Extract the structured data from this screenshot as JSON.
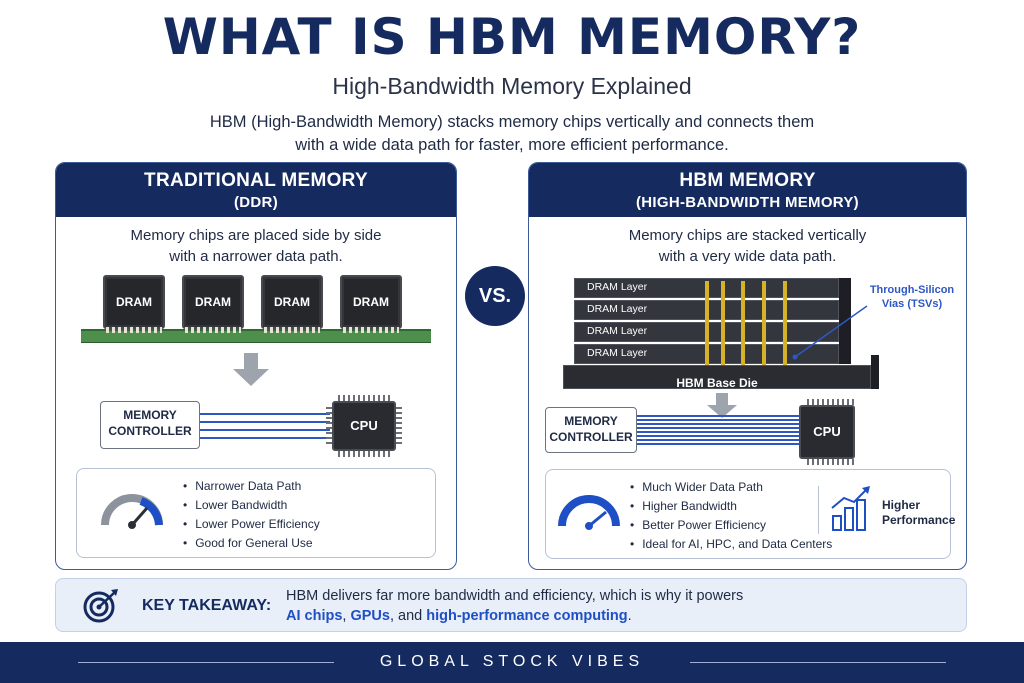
{
  "header": {
    "title": "WHAT IS HBM MEMORY?",
    "subtitle": "High-Bandwidth Memory Explained",
    "intro_line1": "HBM (High-Bandwidth Memory) stacks memory chips vertically and connects them",
    "intro_line2": "with a wide data path for faster, more efficient performance."
  },
  "traditional": {
    "title": "TRADITIONAL MEMORY",
    "subtitle": "(DDR)",
    "desc_line1": "Memory chips are placed side by side",
    "desc_line2": "with a narrower data path.",
    "chips": [
      "DRAM",
      "DRAM",
      "DRAM",
      "DRAM"
    ],
    "controller_line1": "MEMORY",
    "controller_line2": "CONTROLLER",
    "cpu": "CPU",
    "bullets": [
      "Narrower Data Path",
      "Lower Bandwidth",
      "Lower Power Efficiency",
      "Good for General Use"
    ]
  },
  "vs": "VS.",
  "hbm": {
    "title": "HBM MEMORY",
    "subtitle": "(HIGH-BANDWIDTH MEMORY)",
    "desc_line1": "Memory chips are stacked vertically",
    "desc_line2": "with a very wide data path.",
    "layers": [
      "DRAM Layer",
      "DRAM Layer",
      "DRAM Layer",
      "DRAM Layer"
    ],
    "base_die": "HBM Base Die",
    "tsv_label_line1": "Through-Silicon",
    "tsv_label_line2": "Vias (TSVs)",
    "controller_line1": "MEMORY",
    "controller_line2": "CONTROLLER",
    "cpu": "CPU",
    "bullets": [
      "Much Wider Data Path",
      "Higher Bandwidth",
      "Better Power Efficiency",
      "Ideal for AI, HPC, and Data Centers"
    ],
    "perf_line1": "Higher",
    "perf_line2": "Performance"
  },
  "takeaway": {
    "label": "KEY TAKEAWAY:",
    "text_line1": "HBM delivers far more bandwidth and efficiency, which is why it powers",
    "hl1": "AI chips",
    "sep1": ", ",
    "hl2": "GPUs",
    "sep2": ", and ",
    "hl3": "high-performance computing",
    "end": "."
  },
  "footer": "GLOBAL STOCK VIBES",
  "colors": {
    "navy": "#152b5f",
    "accent_blue": "#2f57c4",
    "tsv_gold": "#d5b228",
    "pcb_green": "#4f8f4e"
  }
}
